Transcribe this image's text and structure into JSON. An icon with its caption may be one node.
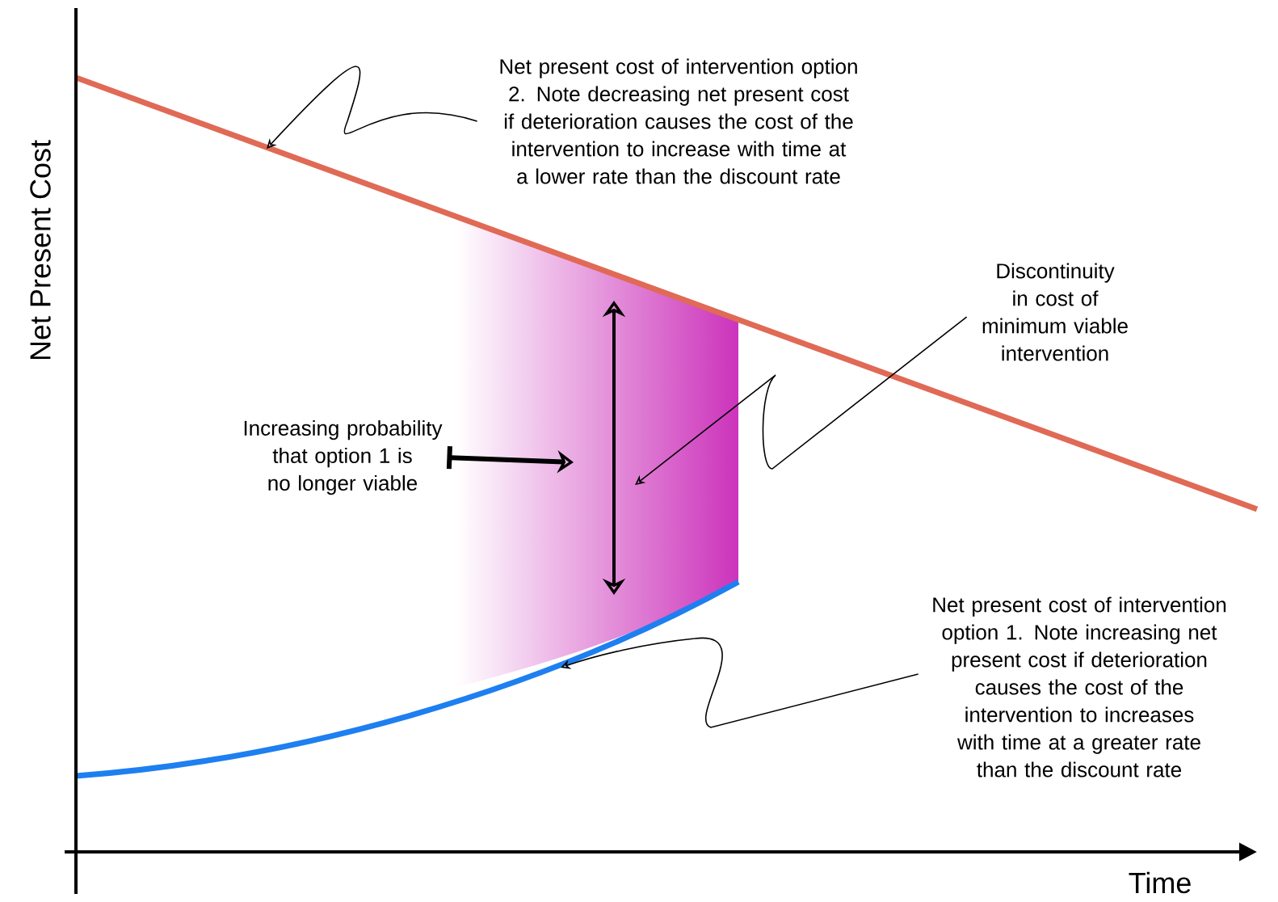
{
  "diagram": {
    "nodes": [
      {
        "text": [
          "Net present cost of intervention option 2. Note decreasing net present cost if deterioration causes the cost of the intervention to increase with time at a lower rate than the discount rate"
        ]
      },
      {
        "text": [
          "Discontinuity in cost of minimum viable intervention"
        ]
      },
      {
        "text": [
          "Increasing probability that option 1 is no longer viable"
        ]
      },
      {
        "text": [
          "Net present cost of intervention option 1. Note increasing net present cost if deterioration causes the cost of the intervention to increases with time at a greater rate than the discount rate"
        ]
      }
    ],
    "edges": [
      {
        "from": 0,
        "to": null,
        "arrow": "to"
      },
      {
        "from": 1,
        "to": null,
        "arrow": "to"
      },
      {
        "from": 2,
        "to": null,
        "arrow": "to",
        "style": "thick"
      },
      {
        "from": 3,
        "to": null,
        "arrow": "to"
      }
    ],
    "labels": [
      "Net Present Cost",
      "Time"
    ]
  }
}
